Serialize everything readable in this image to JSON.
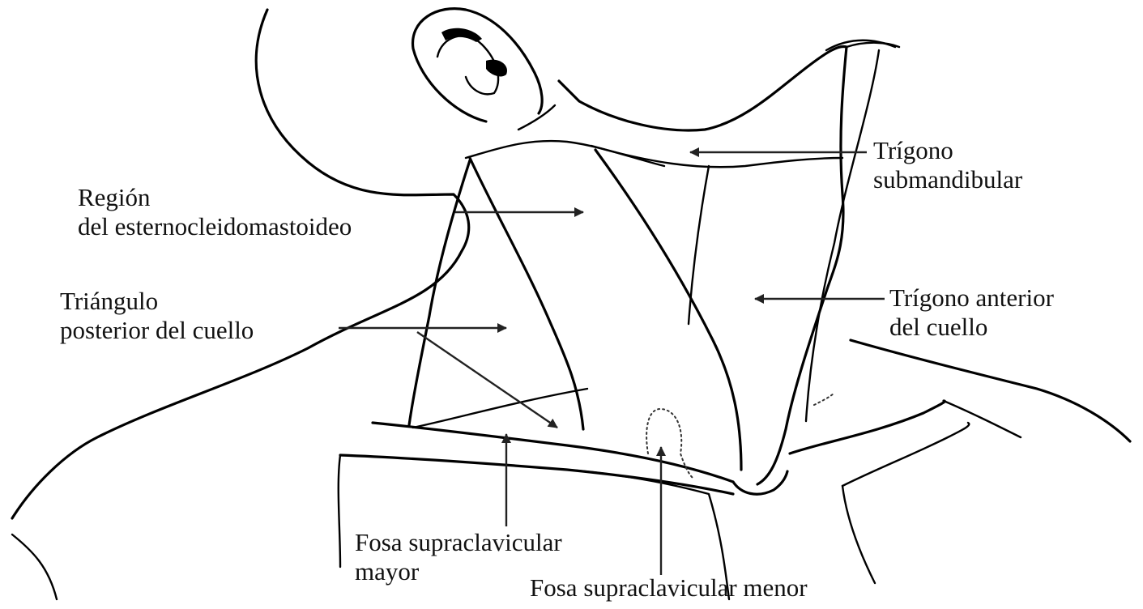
{
  "labels": {
    "submandibular_1": "Trígono",
    "submandibular_2": "submandibular",
    "scm_1": "Región",
    "scm_2": "del esternocleidomastoideo",
    "anterior_1": "Trígono anterior",
    "anterior_2": "del cuello",
    "posterior_1": "Triángulo",
    "posterior_2": "posterior del cuello",
    "supra_mayor_1": "Fosa supraclavicular",
    "supra_mayor_2": "mayor",
    "supra_menor": "Fosa supraclavicular menor"
  },
  "colors": {
    "ink": "#000000",
    "background": "#ffffff"
  }
}
